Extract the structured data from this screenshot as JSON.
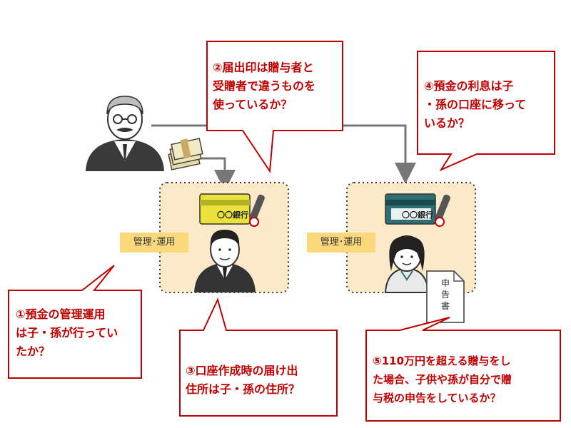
{
  "callouts": {
    "c1": {
      "text": "①預金の管理運用\nは子・孫が行ってい\nたか？"
    },
    "c2": {
      "text": "②届出印は贈与者と\n受贈者で違うものを\n使っているか？"
    },
    "c3": {
      "text": "③口座作成時の届け出\n住所は子・孫の住所？"
    },
    "c4": {
      "text": "④預金の利息は子\n・孫の口座に移って\nいるか？"
    },
    "c5": {
      "text": "⑤110万円を超える贈与をし\nた場合、子供や孫が自分で贈\n与税の申告をしているか？"
    }
  },
  "tags": {
    "left": "管理･運用",
    "right": "管理･運用"
  },
  "cards": {
    "left": "〇〇銀行",
    "right": "〇〇銀行"
  },
  "form": {
    "chars": [
      "申",
      "告",
      "書"
    ]
  },
  "colors": {
    "callout_border": "#c00000",
    "callout_text": "#c00000",
    "box_fill": "#fbe9c8",
    "tag_fill": "#f9d77b",
    "card_left": "#e8e23a",
    "card_right": "#2e6f73",
    "arrow": "#777777"
  },
  "icons": [
    "grandfather-icon",
    "money-icon",
    "bank-card-icon",
    "seal-icon",
    "son-icon",
    "granddaughter-icon",
    "tax-form-icon"
  ]
}
